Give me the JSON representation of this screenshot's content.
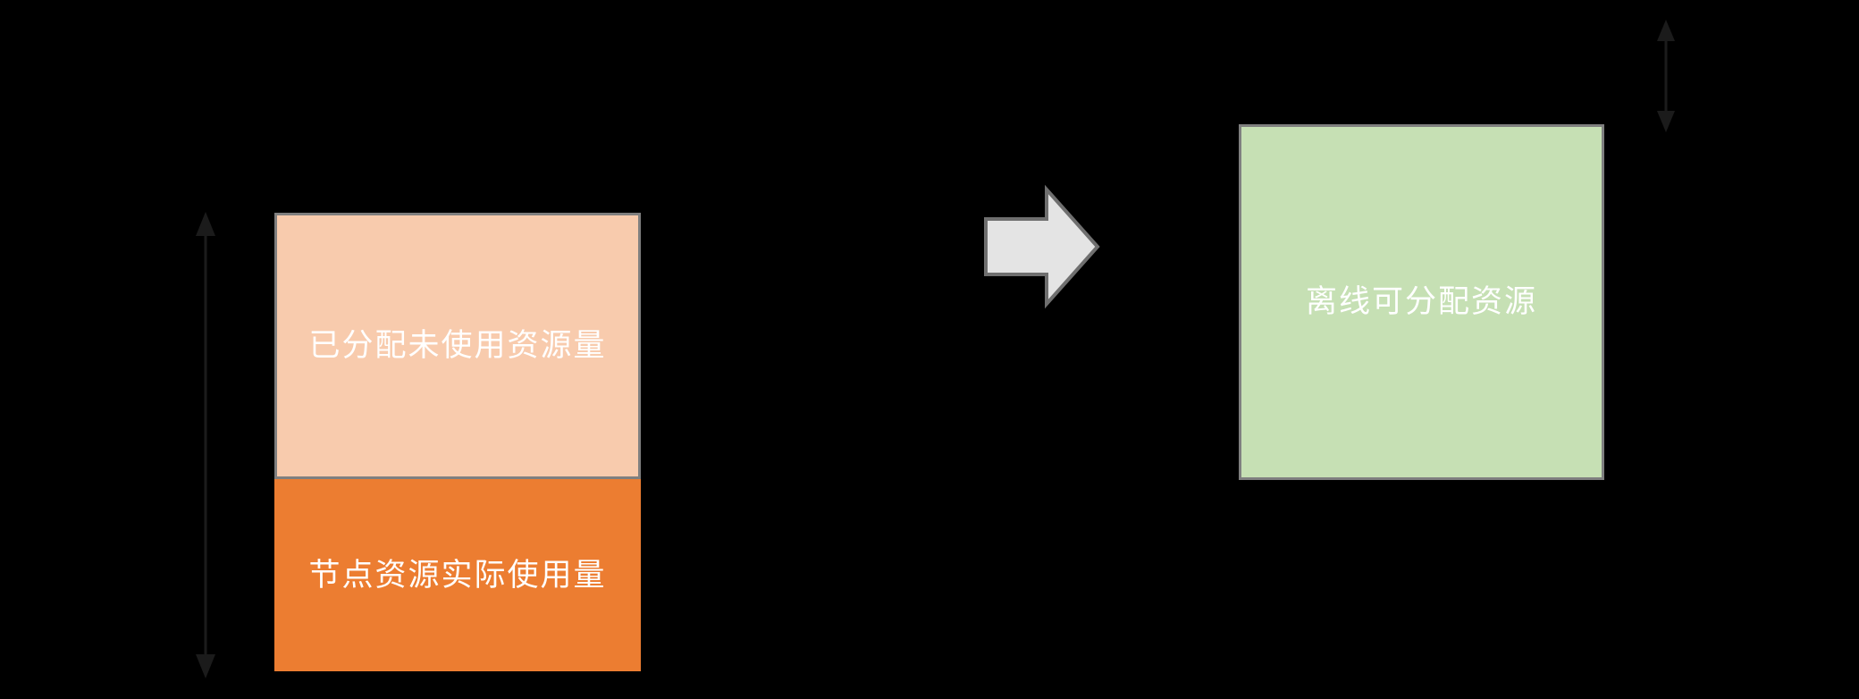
{
  "diagram": {
    "title": "node-resource-reallocation-diagram",
    "background_color": "#000000",
    "measure_arrow_color": "#1B1B1B",
    "text_color": "#FFFFFF",
    "left_stack": {
      "allocated_unused": {
        "label": "已分配未使用资源量",
        "fill": "#F8CBAD",
        "border": "#7F7F7F"
      },
      "actual_usage": {
        "label": "节点资源实际使用量",
        "fill": "#EC7D31"
      }
    },
    "transform_arrow": {
      "fill": "#E4E4E4",
      "border": "#6F6F6F"
    },
    "offline_box": {
      "label": "离线可分配资源",
      "fill": "#C6E0B4",
      "border": "#7F7F7F"
    }
  }
}
